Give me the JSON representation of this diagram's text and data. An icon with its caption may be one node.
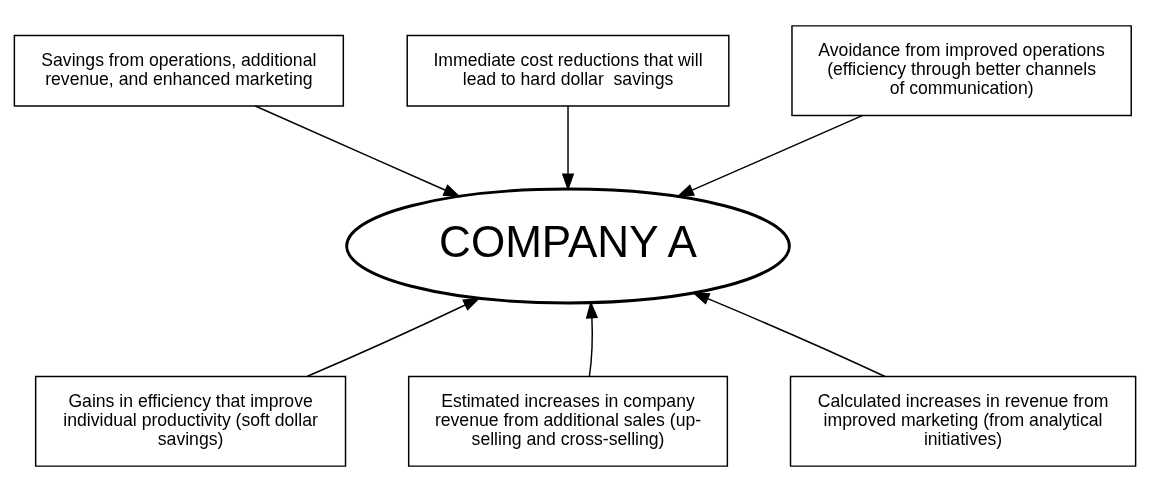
{
  "diagram": {
    "nodes": [
      {
        "text": [
          "Savings from operations, additional revenue, and enhanced marketing"
        ]
      },
      {
        "text": [
          "Immediate cost reductions that will lead to hard dollar  savings"
        ]
      },
      {
        "text": [
          "Avoidance from improved operations (efficiency through better channels of communication)"
        ]
      },
      {
        "text": [
          "COMPANY A"
        ]
      },
      {
        "text": [
          "Gains in efficiency that improve individual productivity (soft dollar savings)"
        ]
      },
      {
        "text": [
          "Estimated increases in company revenue from additional sales (up-selling and cross-selling)"
        ]
      },
      {
        "text": [
          "Calculated increases in revenue from improved marketing (from analytical initiatives)"
        ]
      }
    ],
    "edges": [
      {
        "from": 0,
        "to": 3,
        "arrow": "to"
      },
      {
        "from": 1,
        "to": 3,
        "arrow": "to"
      },
      {
        "from": 2,
        "to": 3,
        "arrow": "to"
      },
      {
        "from": 4,
        "to": 3,
        "arrow": "to"
      },
      {
        "from": 5,
        "to": 3,
        "arrow": "to"
      },
      {
        "from": 6,
        "to": 3,
        "arrow": "to"
      }
    ]
  }
}
